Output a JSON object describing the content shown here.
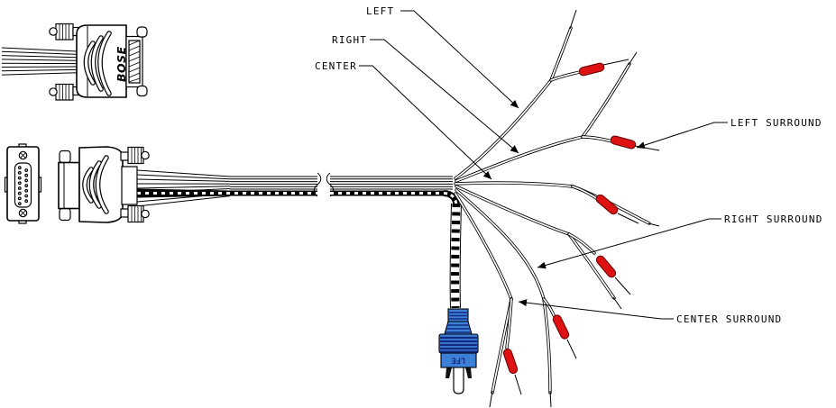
{
  "diagram": {
    "channel_labels": {
      "left": "LEFT",
      "right": "RIGHT",
      "center": "CENTER",
      "left_surround": "LEFT SURROUND",
      "right_surround": "RIGHT SURROUND",
      "center_surround": "CENTER SURROUND"
    },
    "connector_logo": "BOSE",
    "lfe_plug_label": "LFE",
    "colors": {
      "line": "#000000",
      "background": "#ffffff",
      "rca_plug_red": "#de1212",
      "lfe_plug_blue": "#3b7fd6",
      "lfe_plug_stripe": "#132a80"
    }
  }
}
